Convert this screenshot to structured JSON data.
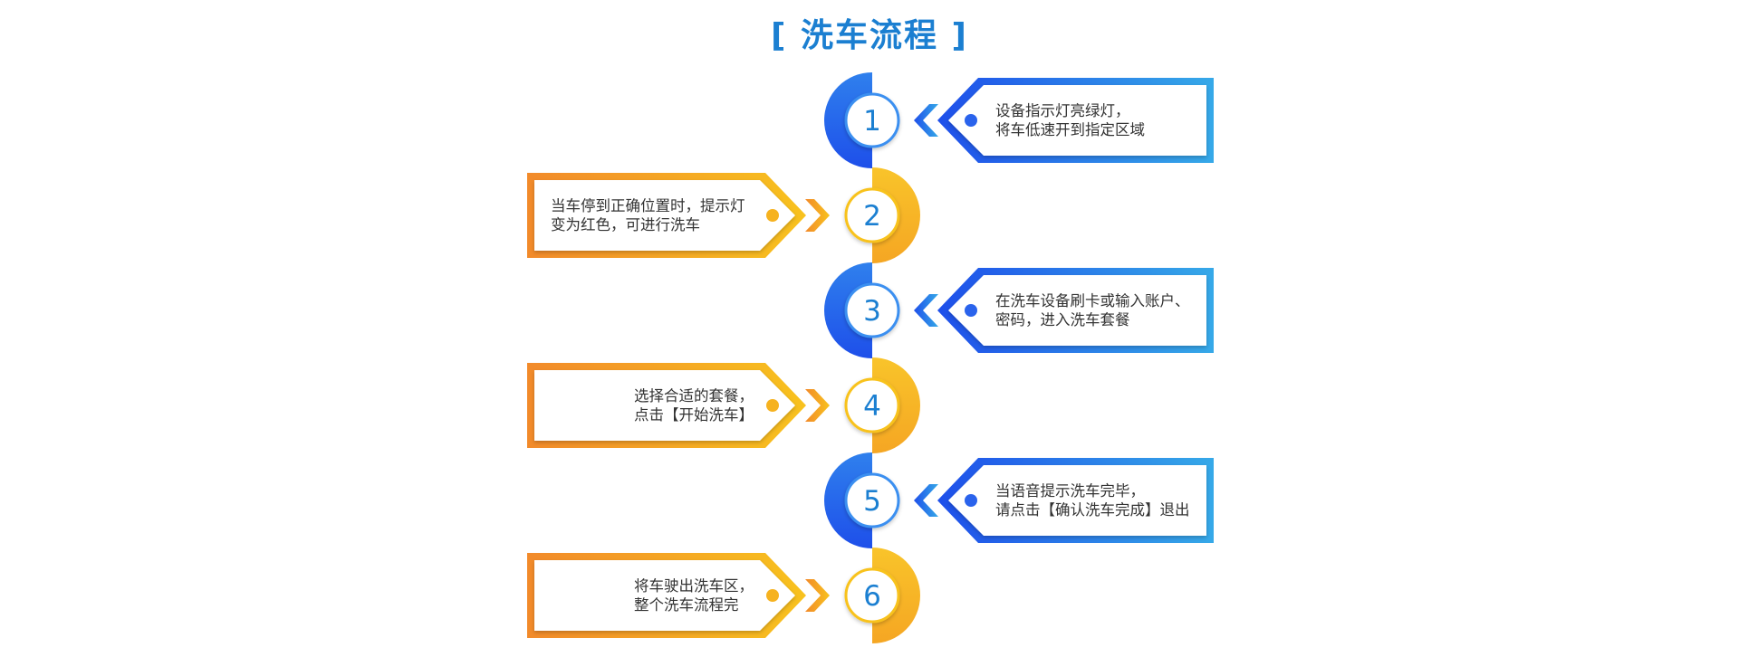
{
  "title": {
    "left_bracket": "[",
    "text": "洗车流程",
    "right_bracket": "]"
  },
  "colors": {
    "blue_start": "#1e4fea",
    "blue_end": "#36a9e8",
    "orange_start": "#f28a2a",
    "orange_end": "#f8c21e",
    "number": "#1b7fd1",
    "text": "#333333"
  },
  "steps": [
    {
      "number": "1",
      "side": "right",
      "theme": "blue",
      "lines": [
        "设备指示灯亮绿灯，",
        "将车低速开到指定区域"
      ]
    },
    {
      "number": "2",
      "side": "left",
      "theme": "orange",
      "lines": [
        "当车停到正确位置时，提示灯",
        "变为红色，可进行洗车"
      ]
    },
    {
      "number": "3",
      "side": "right",
      "theme": "blue",
      "lines": [
        "在洗车设备刷卡或输入账户、",
        "密码，进入洗车套餐"
      ]
    },
    {
      "number": "4",
      "side": "left",
      "theme": "orange",
      "lines": [
        "选择合适的套餐，",
        "点击【开始洗车】"
      ]
    },
    {
      "number": "5",
      "side": "right",
      "theme": "blue",
      "lines": [
        "当语音提示洗车完毕，",
        "请点击【确认洗车完成】退出"
      ]
    },
    {
      "number": "6",
      "side": "left",
      "theme": "orange",
      "lines": [
        "将车驶出洗车区，",
        "整个洗车流程完"
      ]
    }
  ]
}
